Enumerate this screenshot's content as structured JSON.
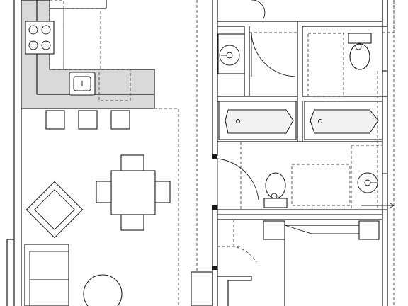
{
  "drawing": {
    "type": "architectural floor plan",
    "rooms": [
      "kitchen",
      "dining",
      "living",
      "bathroom-1",
      "bathroom-2",
      "bedroom",
      "corridor"
    ],
    "colors": {
      "line": "#1a1a1a",
      "counter": "#d9d9d9",
      "background": "#ffffff",
      "dashed": "#444444"
    }
  }
}
